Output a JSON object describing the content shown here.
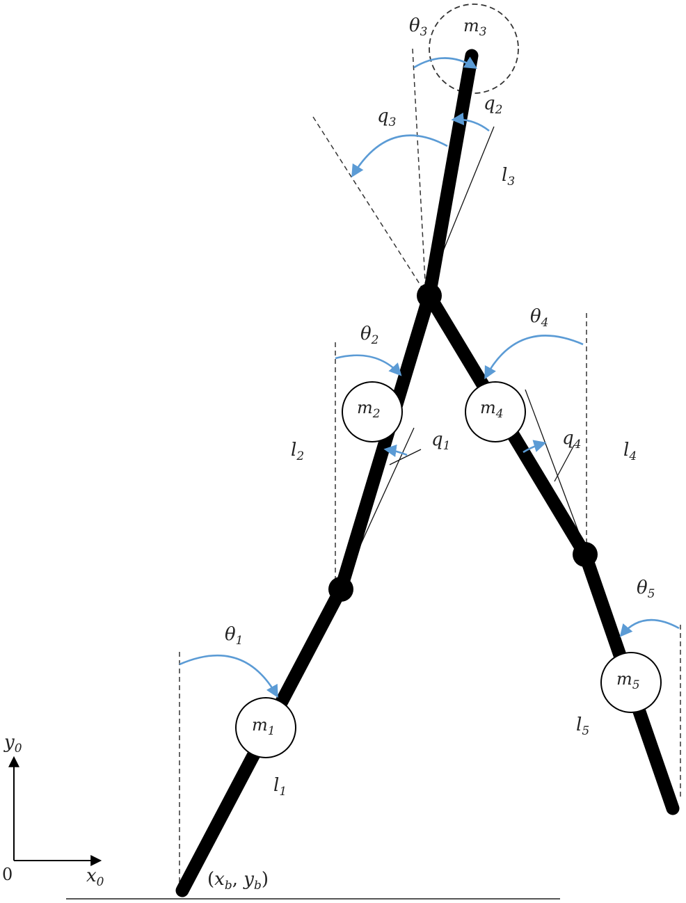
{
  "labels": {
    "theta1": {
      "base": "θ",
      "sub": "1"
    },
    "theta2": {
      "base": "θ",
      "sub": "2"
    },
    "theta3": {
      "base": "θ",
      "sub": "3"
    },
    "theta4": {
      "base": "θ",
      "sub": "4"
    },
    "theta5": {
      "base": "θ",
      "sub": "5"
    },
    "q1": {
      "base": "q",
      "sub": "1"
    },
    "q2": {
      "base": "q",
      "sub": "2"
    },
    "q3": {
      "base": "q",
      "sub": "3"
    },
    "q4": {
      "base": "q",
      "sub": "4"
    },
    "l1": {
      "base": "l",
      "sub": "1"
    },
    "l2": {
      "base": "l",
      "sub": "2"
    },
    "l3": {
      "base": "l",
      "sub": "3"
    },
    "l4": {
      "base": "l",
      "sub": "4"
    },
    "l5": {
      "base": "l",
      "sub": "5"
    },
    "m1": {
      "base": "m",
      "sub": "1"
    },
    "m2": {
      "base": "m",
      "sub": "2"
    },
    "m3": {
      "base": "m",
      "sub": "3"
    },
    "m4": {
      "base": "m",
      "sub": "4"
    },
    "m5": {
      "base": "m",
      "sub": "5"
    },
    "x0": {
      "base": "x",
      "sub": "0"
    },
    "y0": {
      "base": "y",
      "sub": "0"
    },
    "origin": "0",
    "base_point": {
      "open": "(",
      "x": "x",
      "x_sub": "b",
      "comma": ", ",
      "y": "y",
      "y_sub": "b",
      "close": ")"
    }
  },
  "colors": {
    "link": "#000000",
    "angle_arrow": "#5b9bd5",
    "dashed_ref": "#333333",
    "text": "#222222"
  }
}
